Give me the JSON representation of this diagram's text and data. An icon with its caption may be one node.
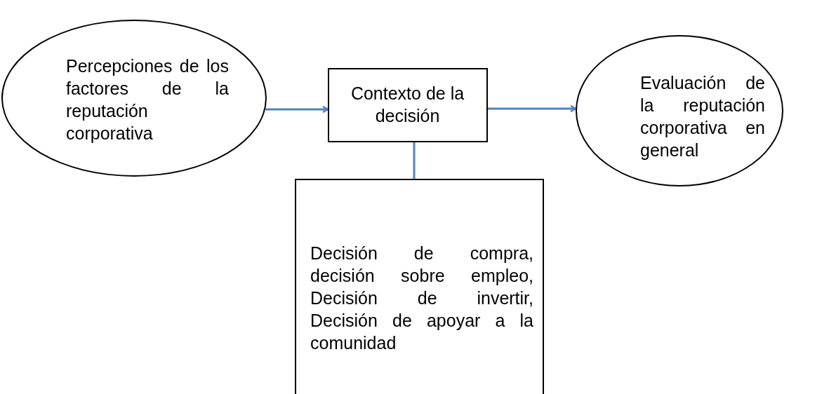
{
  "diagram": {
    "nodes": [
      {
        "text": [
          "Percepciones de los factores de la reputación corporativa"
        ]
      },
      {
        "text": [
          "Contexto de la decisión"
        ]
      },
      {
        "text": [
          "Evaluación de la reputación corporativa en general"
        ]
      },
      {
        "text": [
          "Decisión de compra, decisión sobre empleo, Decisión de invertir, Decisión de apoyar a la comunidad"
        ]
      }
    ],
    "edges": [
      {
        "from": 0,
        "to": 1,
        "arrow": "to"
      },
      {
        "from": 1,
        "to": 2,
        "arrow": "to"
      },
      {
        "from": 1,
        "to": 3,
        "arrow": "none"
      }
    ]
  }
}
